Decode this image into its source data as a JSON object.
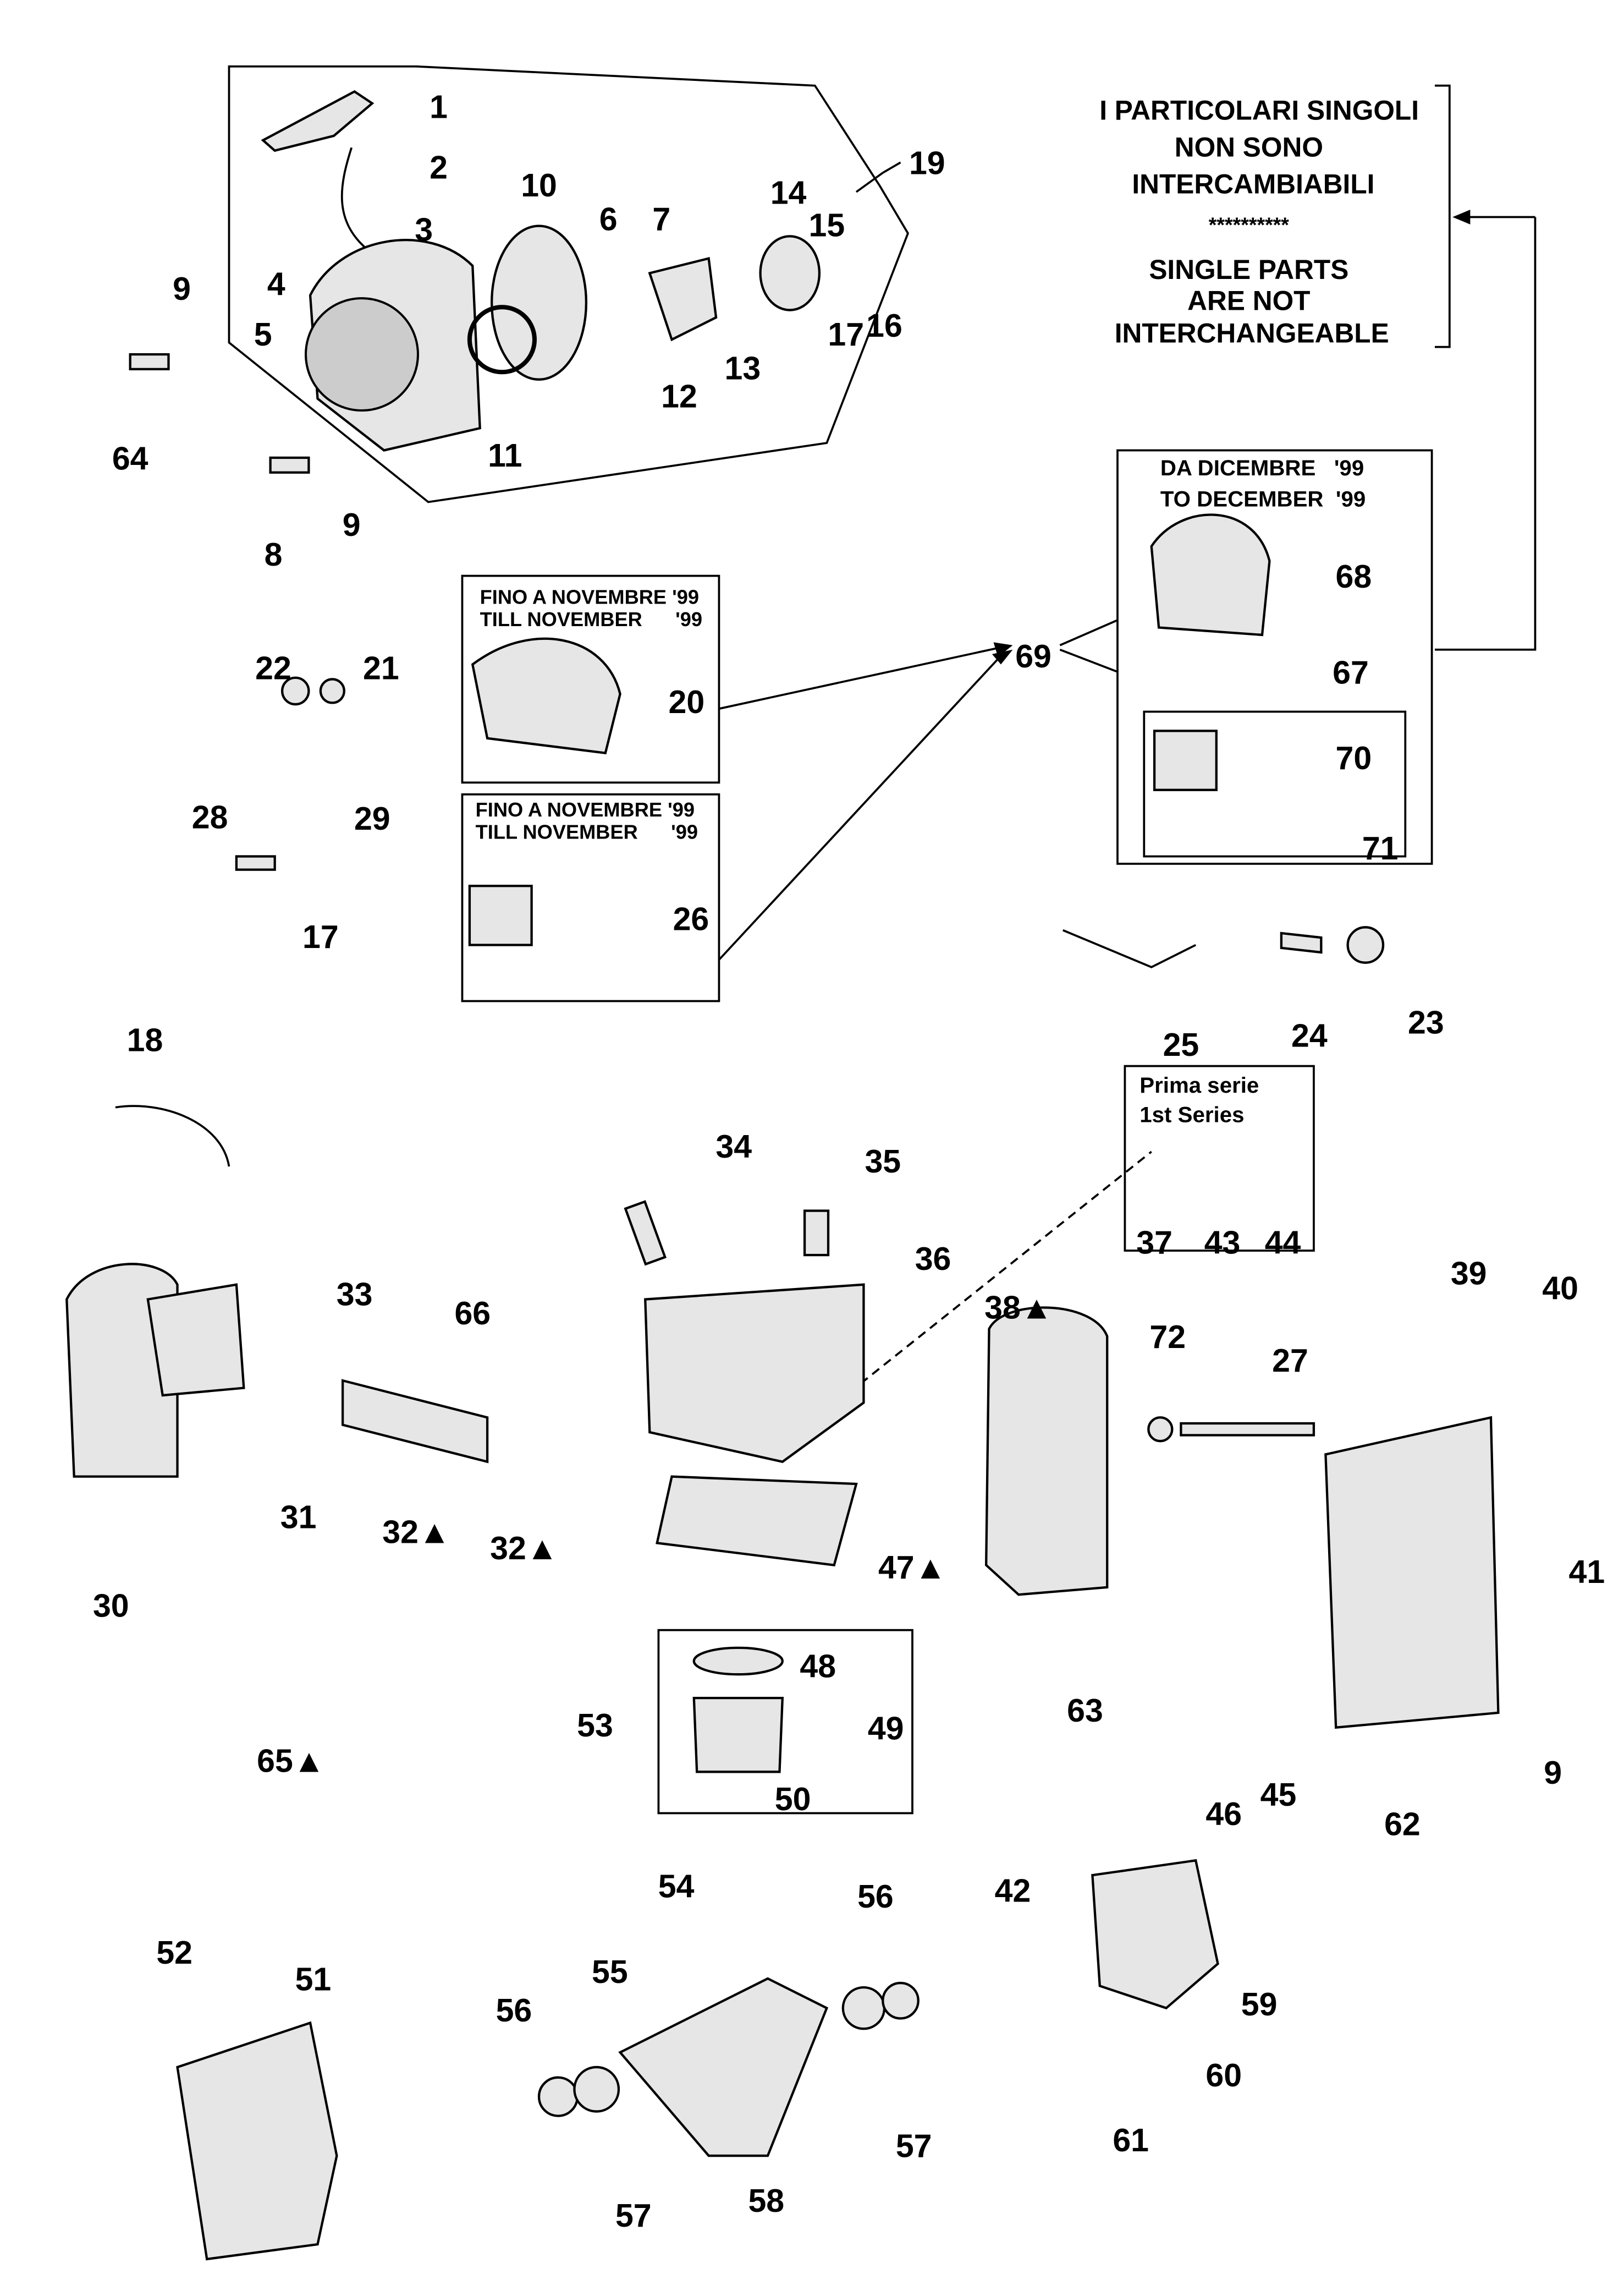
{
  "note": {
    "italian": [
      "I PARTICOLARI SINGOLI",
      "NON SONO",
      "INTERCAMBIABILI"
    ],
    "separator": "**********",
    "english": [
      "SINGLE PARTS",
      "ARE NOT",
      "INTERCHANGEABLE"
    ]
  },
  "boxes": {
    "until_nov_99_a": [
      "FINO A NOVEMBRE '99",
      "TILL NOVEMBER      '99"
    ],
    "until_nov_99_b": [
      "FINO A NOVEMBRE '99",
      "TILL NOVEMBER      '99"
    ],
    "from_dec_99": [
      "DA DICEMBRE   '99",
      "TO DECEMBER  '99"
    ],
    "first_series": [
      "Prima serie",
      "1st Series"
    ]
  },
  "part_labels": [
    "1",
    "2",
    "3",
    "10",
    "6",
    "7",
    "14",
    "15",
    "19",
    "9",
    "4",
    "5",
    "12",
    "13",
    "17",
    "16",
    "11",
    "64",
    "8",
    "9",
    "22",
    "21",
    "28",
    "29",
    "17",
    "20",
    "26",
    "69",
    "68",
    "67",
    "70",
    "71",
    "25",
    "24",
    "23",
    "18",
    "34",
    "35",
    "37",
    "43",
    "44",
    "36",
    "33",
    "66",
    "38▲",
    "39",
    "40",
    "72",
    "27",
    "31",
    "32▲",
    "32▲",
    "30",
    "47▲",
    "48",
    "53",
    "49",
    "50",
    "63",
    "41",
    "46",
    "45",
    "9",
    "62",
    "65▲",
    "54",
    "56",
    "42",
    "52",
    "51",
    "55",
    "56",
    "59",
    "60",
    "61",
    "57",
    "57",
    "58"
  ],
  "line_color": "#000000"
}
